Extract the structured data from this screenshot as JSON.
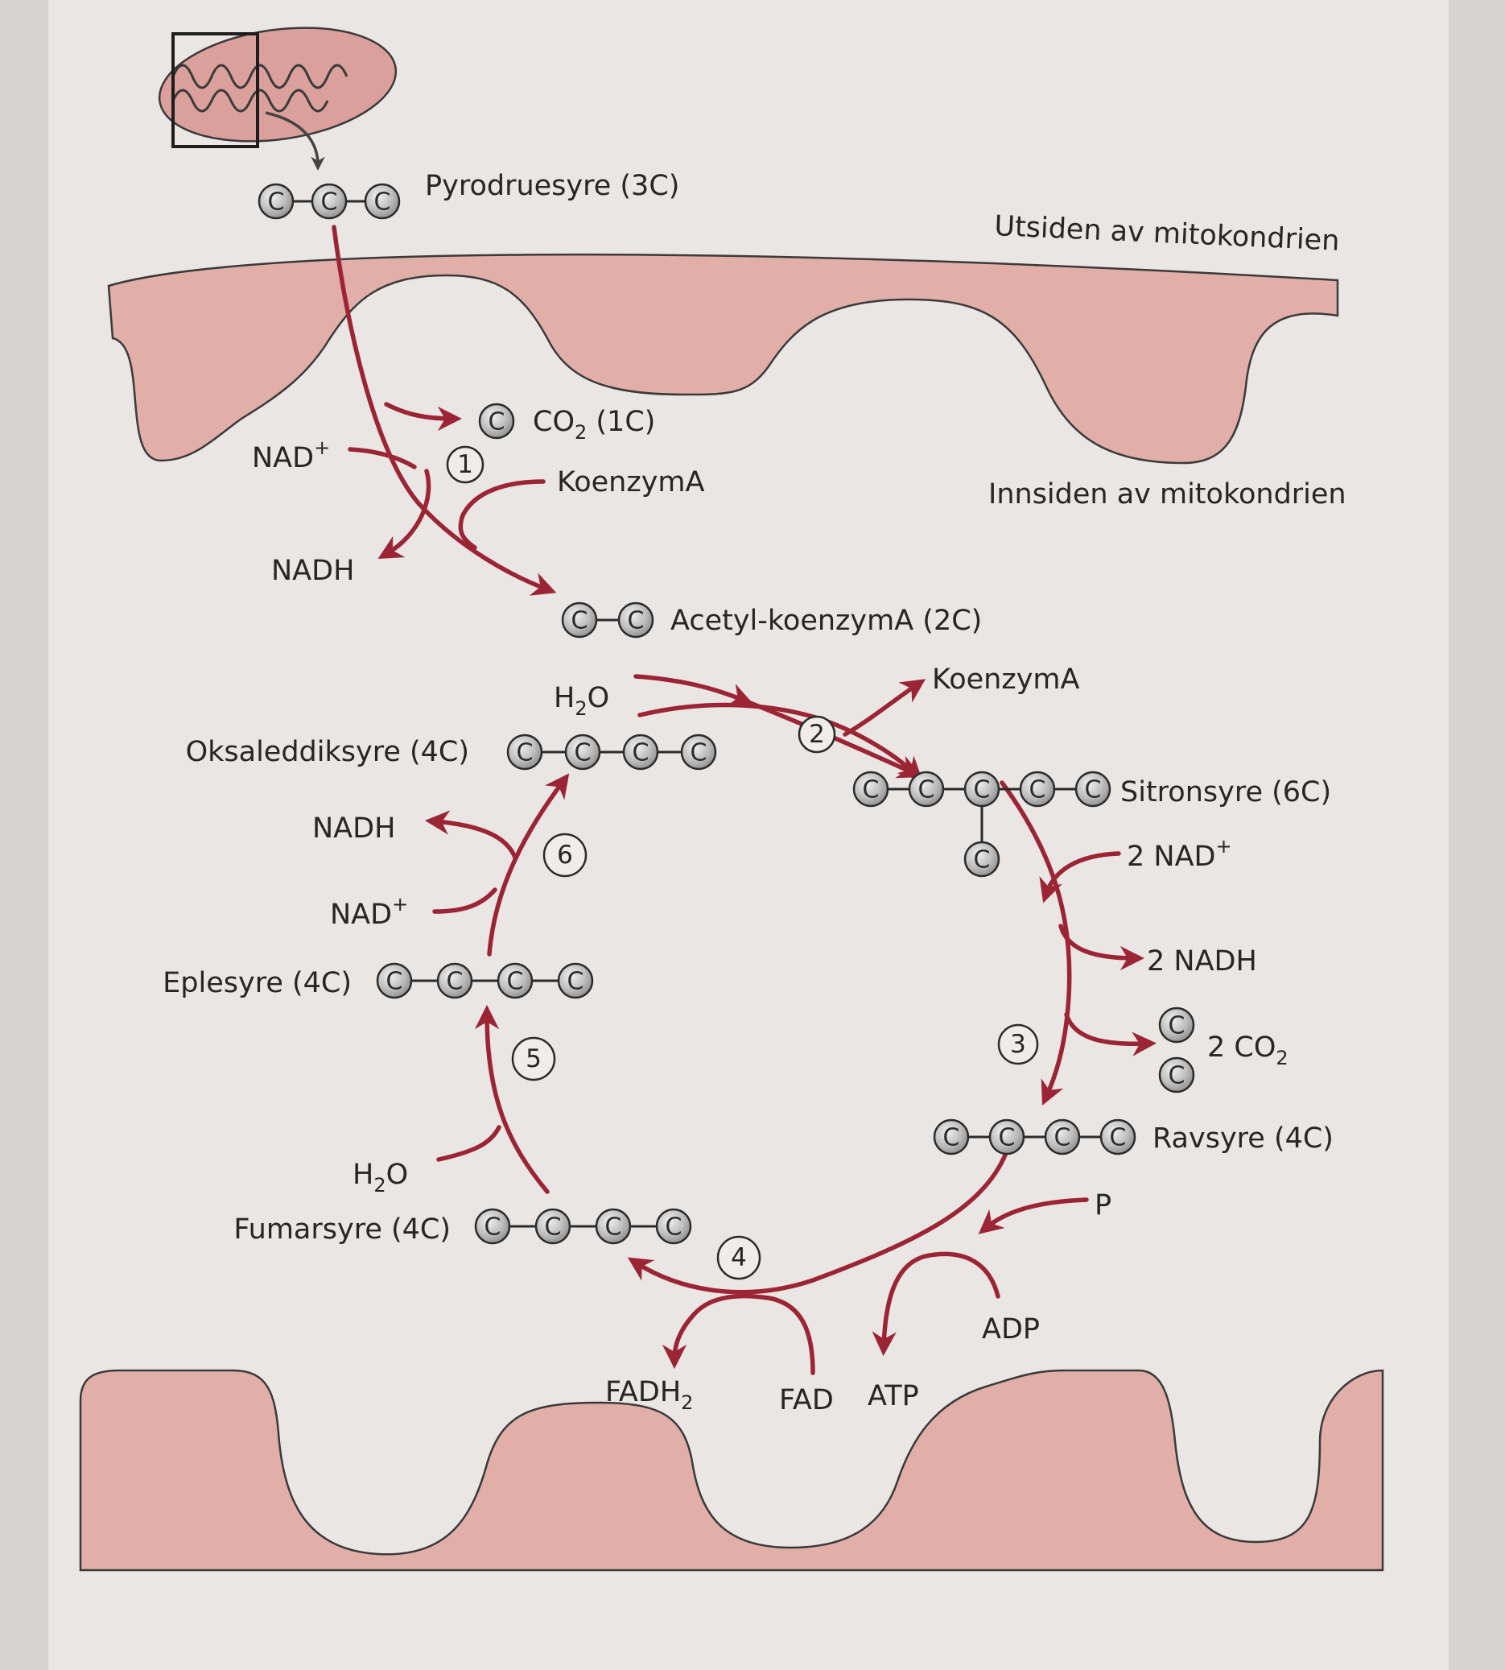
{
  "colors": {
    "page": "#e8e5e3",
    "membrane": "#e2aea8",
    "arrow": "#9c2535",
    "atom": "#bdbdbd"
  },
  "regions": {
    "outside": "Utsiden av mitokondrien",
    "inside": "Innsiden av mitokondrien"
  },
  "molecules": {
    "pyruvate": {
      "atoms": [
        "C",
        "C",
        "C"
      ],
      "name": "Pyrodruesyre (3C)"
    },
    "co2_step1": {
      "atoms": [
        "C"
      ],
      "name_main": "CO",
      "name_sub": "2",
      "name_tail": " (1C)"
    },
    "acetyl": {
      "atoms": [
        "C",
        "C"
      ],
      "name": "Acetyl-koenzymA (2C)"
    },
    "oxaloacetate": {
      "atoms": [
        "C",
        "C",
        "C",
        "C"
      ],
      "name": "Oksaleddiksyre (4C)"
    },
    "citrate": {
      "atoms": [
        "C",
        "C",
        "C",
        "C",
        "C"
      ],
      "branch": "C",
      "name": "Sitronsyre (6C)"
    },
    "co2_step3": {
      "atoms": [
        "C",
        "C"
      ],
      "name_main": "2 CO",
      "name_sub": "2"
    },
    "succinate": {
      "atoms": [
        "C",
        "C",
        "C",
        "C"
      ],
      "name": "Ravsyre (4C)"
    },
    "fumarate": {
      "atoms": [
        "C",
        "C",
        "C",
        "C"
      ],
      "name": "Fumarsyre (4C)"
    },
    "malate": {
      "atoms": [
        "C",
        "C",
        "C",
        "C"
      ],
      "name": "Eplesyre (4C)"
    }
  },
  "cofactors": {
    "nad_step1": {
      "main": "NAD",
      "sup": "+"
    },
    "nadh_step1": "NADH",
    "coa_in": "KoenzymA",
    "coa_out": "KoenzymA",
    "h2o_step2": {
      "main": "H",
      "sub": "2",
      "tail": "O"
    },
    "nad_step3": {
      "main": "2 NAD",
      "sup": "+"
    },
    "nadh_step3": "2 NADH",
    "p_step4": "P",
    "adp_step4": "ADP",
    "atp_step4": "ATP",
    "fad_step4": "FAD",
    "fadh2_step4": {
      "main": "FADH",
      "sub": "2"
    },
    "h2o_step5": {
      "main": "H",
      "sub": "2",
      "tail": "O"
    },
    "nad_step6": {
      "main": "NAD",
      "sup": "+"
    },
    "nadh_step6": "NADH"
  },
  "steps": [
    "1",
    "2",
    "3",
    "4",
    "5",
    "6"
  ]
}
